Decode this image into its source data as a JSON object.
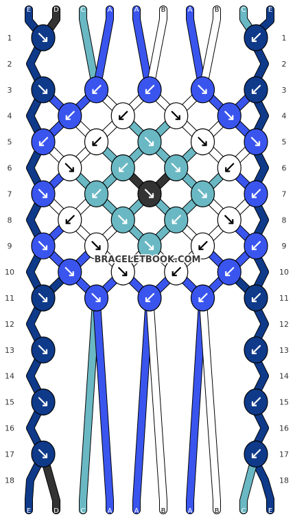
{
  "watermark": "BRACELETBOOK.COM",
  "string_colors": {
    "E": "#0f3a8a",
    "D": "#333333",
    "C": "#6ab8c3",
    "A": "#3a55ee",
    "B": "#ffffff"
  },
  "top_labels": [
    "E",
    "D",
    "C",
    "A",
    "A",
    "B",
    "A",
    "B",
    "C",
    "E"
  ],
  "bottom_labels": [
    "E",
    "D",
    "C",
    "A",
    "A",
    "B",
    "A",
    "B",
    "C",
    "E"
  ],
  "row_numbers": [
    "1",
    "2",
    "3",
    "4",
    "5",
    "6",
    "7",
    "8",
    "9",
    "10",
    "11",
    "12",
    "13",
    "14",
    "15",
    "16",
    "17",
    "18"
  ],
  "knot_rows": [
    [
      {
        "col": 0,
        "color": "E",
        "dir": "fwd"
      },
      {
        "col": 8,
        "color": "E",
        "dir": "bwd"
      }
    ],
    [],
    [
      {
        "col": 0,
        "color": "E",
        "dir": "fwd"
      },
      {
        "col": 2,
        "color": "A",
        "dir": "bwd"
      },
      {
        "col": 4,
        "color": "A",
        "dir": "bwd"
      },
      {
        "col": 6,
        "color": "A",
        "dir": "fwd"
      },
      {
        "col": 8,
        "color": "E",
        "dir": "bwd"
      }
    ],
    [
      {
        "col": 1,
        "color": "A",
        "dir": "bwd"
      },
      {
        "col": 3,
        "color": "B",
        "dir": "bwd"
      },
      {
        "col": 5,
        "color": "B",
        "dir": "fwd"
      },
      {
        "col": 7,
        "color": "A",
        "dir": "fwd"
      }
    ],
    [
      {
        "col": 0,
        "color": "A",
        "dir": "bwd"
      },
      {
        "col": 2,
        "color": "B",
        "dir": "bwd"
      },
      {
        "col": 4,
        "color": "C",
        "dir": "fwd"
      },
      {
        "col": 6,
        "color": "B",
        "dir": "fwd"
      },
      {
        "col": 8,
        "color": "A",
        "dir": "fwd"
      }
    ],
    [
      {
        "col": 1,
        "color": "B",
        "dir": "fwd"
      },
      {
        "col": 3,
        "color": "C",
        "dir": "bwd"
      },
      {
        "col": 5,
        "color": "C",
        "dir": "fwd"
      },
      {
        "col": 7,
        "color": "B",
        "dir": "bwd"
      }
    ],
    [
      {
        "col": 0,
        "color": "A",
        "dir": "fwd"
      },
      {
        "col": 2,
        "color": "C",
        "dir": "bwd"
      },
      {
        "col": 4,
        "color": "D",
        "dir": "fwd"
      },
      {
        "col": 6,
        "color": "C",
        "dir": "fwd"
      },
      {
        "col": 8,
        "color": "A",
        "dir": "bwd"
      }
    ],
    [
      {
        "col": 1,
        "color": "B",
        "dir": "bwd"
      },
      {
        "col": 3,
        "color": "C",
        "dir": "fwd"
      },
      {
        "col": 5,
        "color": "C",
        "dir": "bwd"
      },
      {
        "col": 7,
        "color": "B",
        "dir": "fwd"
      }
    ],
    [
      {
        "col": 0,
        "color": "A",
        "dir": "fwd"
      },
      {
        "col": 2,
        "color": "B",
        "dir": "fwd"
      },
      {
        "col": 4,
        "color": "C",
        "dir": "fwd"
      },
      {
        "col": 6,
        "color": "B",
        "dir": "bwd"
      },
      {
        "col": 8,
        "color": "A",
        "dir": "bwd"
      }
    ],
    [
      {
        "col": 1,
        "color": "A",
        "dir": "fwd"
      },
      {
        "col": 3,
        "color": "B",
        "dir": "fwd"
      },
      {
        "col": 5,
        "color": "B",
        "dir": "bwd"
      },
      {
        "col": 7,
        "color": "A",
        "dir": "bwd"
      }
    ],
    [
      {
        "col": 0,
        "color": "E",
        "dir": "fwd"
      },
      {
        "col": 2,
        "color": "A",
        "dir": "fwd"
      },
      {
        "col": 4,
        "color": "A",
        "dir": "bwd"
      },
      {
        "col": 6,
        "color": "A",
        "dir": "bwd"
      },
      {
        "col": 8,
        "color": "E",
        "dir": "bwd"
      }
    ],
    [],
    [
      {
        "col": 0,
        "color": "E",
        "dir": "fwd"
      },
      {
        "col": 8,
        "color": "E",
        "dir": "bwd"
      }
    ],
    [],
    [
      {
        "col": 0,
        "color": "E",
        "dir": "fwd"
      },
      {
        "col": 8,
        "color": "E",
        "dir": "bwd"
      }
    ],
    [],
    [
      {
        "col": 0,
        "color": "E",
        "dir": "fwd"
      },
      {
        "col": 8,
        "color": "E",
        "dir": "bwd"
      }
    ],
    []
  ]
}
